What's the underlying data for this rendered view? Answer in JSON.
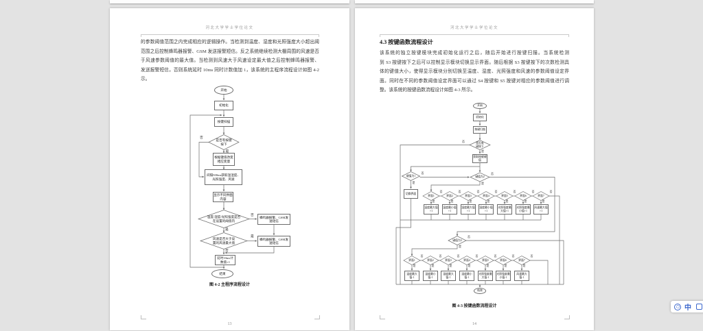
{
  "app": {
    "canvas_bg": "#e3e3e3"
  },
  "labels": {
    "yes": "是",
    "no": "否"
  },
  "ime": {
    "mode_label": "中"
  },
  "left_page": {
    "header": "河北大学学士学位论文",
    "page_number": "13",
    "caption": "图 4-2  主程序流程设计",
    "body_lines": [
      "的参数阈值范围之内完成相应的逻辑操作。当检测到温度、湿度和光照强度大小超出阈值",
      "范围之后控制蜂鸣器报警、GSM 发送报警短信。反之系统继续检测大棚周围的风速是否大",
      "于风速参数阈值的最大值。当检测到风速大于风速设定最大值之后控制蜂鸣器报警、GSM",
      "发送报警短信，否则系统延时 10ms 同时计数值加 1，该系统的主程序流程设计如图 4-2 所",
      "示。"
    ],
    "flowchart": {
      "start": "开始",
      "init": "初始化",
      "scan": "按键扫描",
      "d_press": "是否有按键按下",
      "set_var": "根据键值改变相应变量",
      "sample": "间隔500ms获取温湿度、光照强度、风速",
      "display": "显示不同界面内容",
      "d_range": "温度/湿度/光照强度是否在设置的阈值内",
      "alarm1": "蜂鸣器报警、GSM发送短信",
      "d_wind": "风速是否大于设置的风速最大值",
      "alarm2": "蜂鸣器报警、GSM发送短信",
      "delay": "延时10ms计数值+1",
      "end": "结束"
    }
  },
  "right_page": {
    "header": "河北大学学士学位论文",
    "page_number": "14",
    "heading": "4.3  按键函数流程设计",
    "caption": "图 4-3  按键函数流程设计",
    "body_lines": [
      "该系统的独立按键模块完成初始化运行之后，随后开始进行按键扫描。当系统检测",
      "到 S3 按键按下之后可以控制显示模块切换显示界面。随后根据 S3 按键按下的次数检测具",
      "体的键值大小，使得显示模块分别切换至温度、湿度、光照强度和风速的参数阈值设定界",
      "面。同时在不同的参数阈值设定界面可以通过 S4 按键和 S5 按键对相应的参数阈值进行调",
      "整。该系统的按键函数流程设计如图 4-3 所示。"
    ],
    "flowchart": {
      "start": "开始",
      "init": "初始化",
      "scan": "按键扫描",
      "d_key": "是否有键按下",
      "get_key": "获取按键键值",
      "d_k1": "键值为1",
      "switch": "切换界面",
      "d_k2": "键值为2",
      "d_k3": "键值为3",
      "end": "结束",
      "row_plus": {
        "diamonds": [
          "界面1",
          "界面2",
          "界面3",
          "界面4",
          "界面5",
          "界面6",
          "界面7"
        ],
        "boxes": [
          "温度最大值+1",
          "温度最小值+1",
          "湿度最大值+1",
          "湿度最小值+1",
          "光照强度最大值+1",
          "光照强度最小值+1",
          "风速最大值+1"
        ]
      },
      "row_minus": {
        "diamonds": [
          "界面1",
          "界面2",
          "界面3",
          "界面4",
          "界面5",
          "界面6",
          "界面7"
        ],
        "boxes": [
          "温度最大值-1",
          "温度最小值-1",
          "湿度最大值-1",
          "湿度最小值-1",
          "光照强度最大值-1",
          "光照强度最小值-1",
          "风速最大值-1"
        ]
      }
    }
  }
}
